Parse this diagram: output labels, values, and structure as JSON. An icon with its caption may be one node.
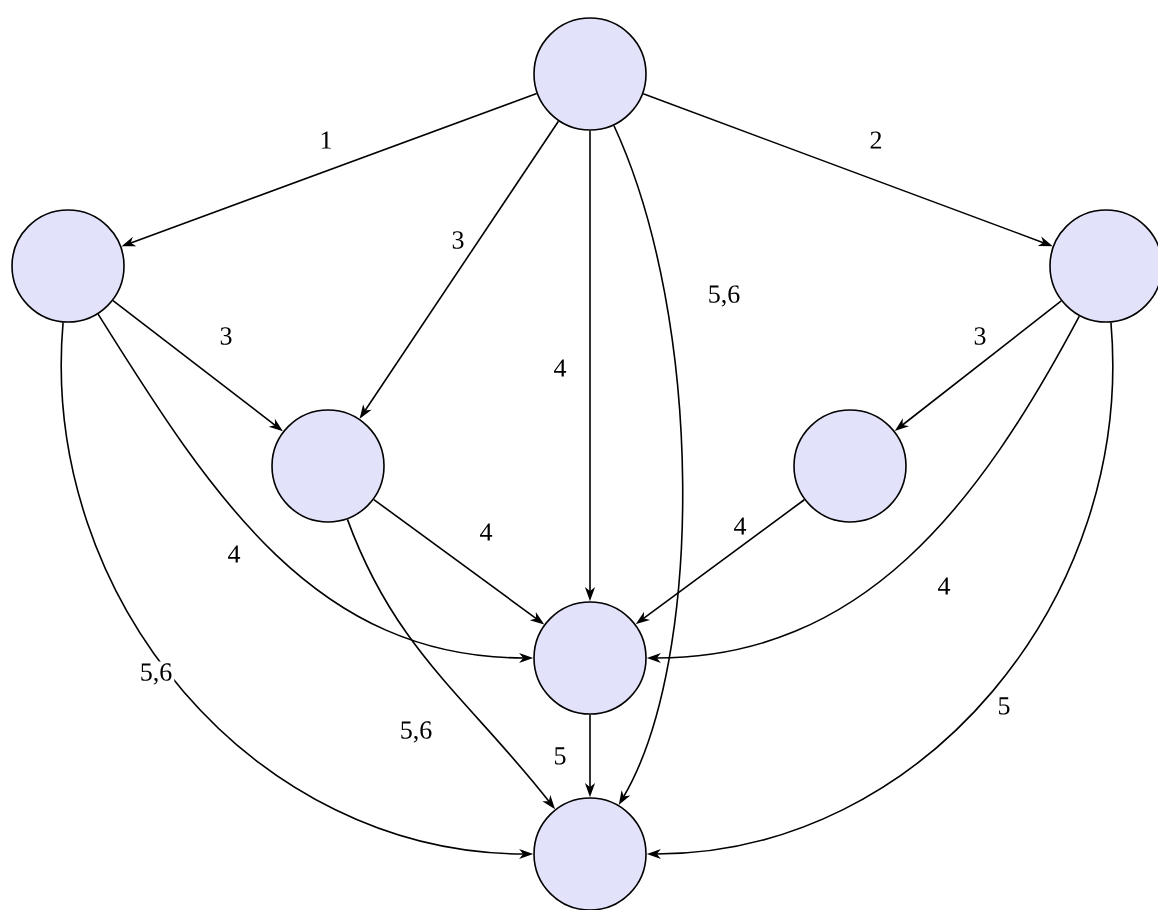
{
  "diagram": {
    "nodes": [
      {
        "text": [],
        "shape": "circle"
      },
      {
        "text": [],
        "shape": "circle"
      },
      {
        "text": [],
        "shape": "circle"
      },
      {
        "text": [],
        "shape": "circle"
      },
      {
        "text": [],
        "shape": "circle"
      },
      {
        "text": [],
        "shape": "circle"
      },
      {
        "text": [],
        "shape": "circle"
      }
    ],
    "edges": [
      {
        "from": 0,
        "to": 1,
        "arrow": "to",
        "label": "1"
      },
      {
        "from": 0,
        "to": 2,
        "arrow": "to",
        "label": "2"
      },
      {
        "from": 0,
        "to": 3,
        "arrow": "to",
        "label": "3"
      },
      {
        "from": 0,
        "to": 5,
        "arrow": "to",
        "label": "4"
      },
      {
        "from": 0,
        "to": 6,
        "arrow": "to",
        "label": "5,6"
      },
      {
        "from": 1,
        "to": 3,
        "arrow": "to",
        "label": "3"
      },
      {
        "from": 1,
        "to": 5,
        "arrow": "to",
        "label": "4"
      },
      {
        "from": 1,
        "to": 6,
        "arrow": "to",
        "label": "5,6"
      },
      {
        "from": 2,
        "to": 4,
        "arrow": "to",
        "label": "3"
      },
      {
        "from": 2,
        "to": 5,
        "arrow": "to",
        "label": "4"
      },
      {
        "from": 2,
        "to": 6,
        "arrow": "to",
        "label": "5"
      },
      {
        "from": 3,
        "to": 5,
        "arrow": "to",
        "label": "4"
      },
      {
        "from": 3,
        "to": 6,
        "arrow": "to",
        "label": "5,6"
      },
      {
        "from": 4,
        "to": 5,
        "arrow": "to",
        "label": "4"
      },
      {
        "from": 5,
        "to": 6,
        "arrow": "to",
        "label": "5"
      }
    ]
  }
}
